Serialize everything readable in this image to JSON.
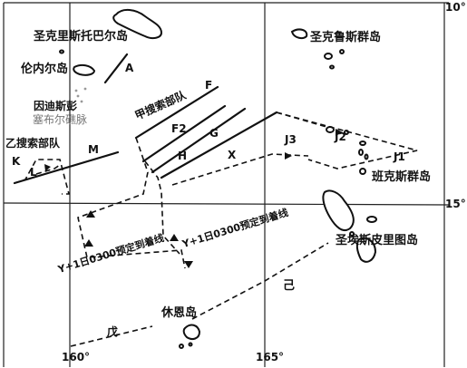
{
  "map": {
    "coords": {
      "lat_10": "10°",
      "lat_15": "15°",
      "lon_160": "160°",
      "lon_165": "165°"
    },
    "islands": {
      "santa_isabel": "圣克里斯托巴尔岛",
      "rennell": "伦内尔岛",
      "indispensable": "因迪斯彭",
      "reefs_faded": "塞布尔礁脉",
      "santa_cruz": "圣克鲁斯群岛",
      "banks": "班克斯群岛",
      "espiritu_santo": "圣埃斯皮里图岛",
      "hughes": "休恩岛"
    },
    "forces": {
      "group_a": "甲搜索部队",
      "group_b": "乙搜索部队"
    },
    "sectors": {
      "A": "A",
      "F": "F",
      "F2": "F2",
      "G": "G",
      "H": "H",
      "X": "X",
      "M": "M",
      "K": "K",
      "L": "L",
      "J1": "J1",
      "J2": "J2",
      "J3": "J3",
      "ji": "己",
      "wu": "戊"
    },
    "annotations": {
      "arrival_a": "Y+1日0300预定到着线",
      "arrival_b": "Y+1日0300预定到着线"
    },
    "colors": {
      "ink": "#111111",
      "paper": "#ffffff"
    }
  }
}
